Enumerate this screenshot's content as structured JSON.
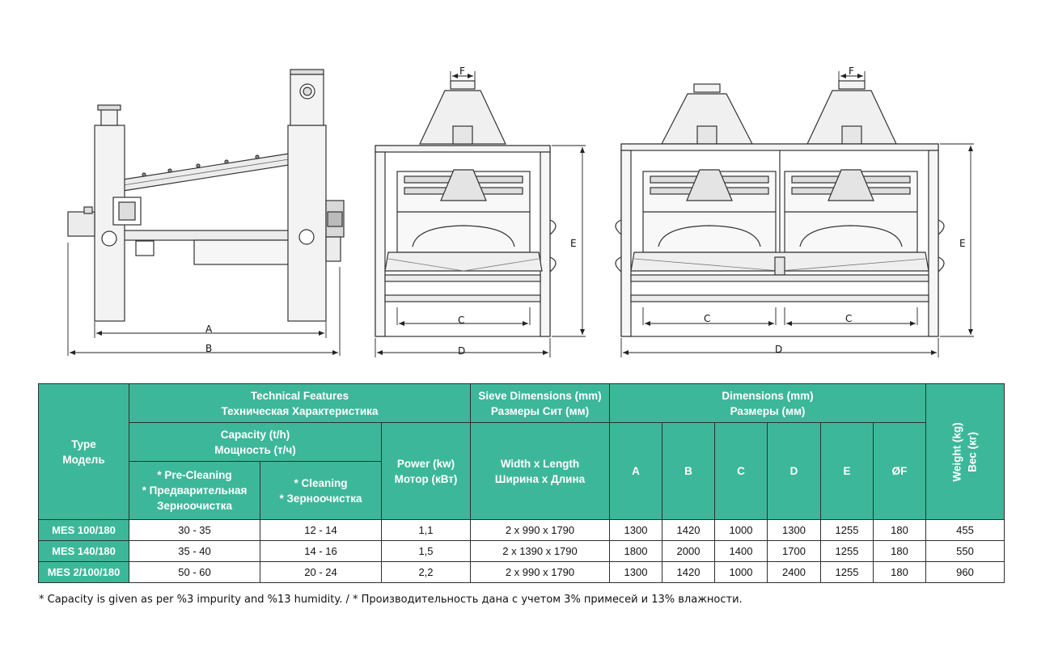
{
  "drawing": {
    "side_view": {
      "dim_labels": [
        "A",
        "B"
      ]
    },
    "front_view_single": {
      "dim_labels": [
        "F",
        "C",
        "D",
        "E"
      ]
    },
    "front_view_double": {
      "dim_labels": [
        "F",
        "C",
        "C",
        "D",
        "E"
      ]
    }
  },
  "table": {
    "header": {
      "type": [
        "Type",
        "Модель"
      ],
      "technical": [
        "Technical Features",
        "Техническая Характеристика"
      ],
      "sieve": [
        "Sieve Dimensions (mm)",
        "Размеры Сит (мм)"
      ],
      "dimensions": [
        "Dimensions (mm)",
        "Размеры (мм)"
      ],
      "weight": [
        "Weight (kg)",
        "Вес (кг)"
      ],
      "capacity": [
        "Capacity (t/h)",
        "Мощность (т/ч)"
      ],
      "power": [
        "Power (kw)",
        "Мотор (кВт)"
      ],
      "width_length": [
        "Width x Length",
        "Ширина x Длина"
      ],
      "pre_cleaning": [
        "* Pre-Cleaning",
        "* Предварительная",
        "Зерноочистка"
      ],
      "cleaning": [
        "* Cleaning",
        "* Зерноочистка"
      ],
      "dim_cols": [
        "A",
        "B",
        "C",
        "D",
        "E",
        "ØF"
      ]
    },
    "rows": [
      {
        "type": "MES 100/180",
        "pre_cleaning": "30 - 35",
        "cleaning": "12 - 14",
        "power": "1,1",
        "sieve": "2 x 990 x 1790",
        "A": "1300",
        "B": "1420",
        "C": "1000",
        "D": "1300",
        "E": "1255",
        "F": "180",
        "weight": "455"
      },
      {
        "type": "MES 140/180",
        "pre_cleaning": "35 - 40",
        "cleaning": "14 - 16",
        "power": "1,5",
        "sieve": "2 x 1390 x 1790",
        "A": "1800",
        "B": "2000",
        "C": "1400",
        "D": "1700",
        "E": "1255",
        "F": "180",
        "weight": "550"
      },
      {
        "type": "MES 2/100/180",
        "pre_cleaning": "50 - 60",
        "cleaning": "20 - 24",
        "power": "2,2",
        "sieve": "2 x 990 x 1790",
        "A": "1300",
        "B": "1420",
        "C": "1000",
        "D": "2400",
        "E": "1255",
        "F": "180",
        "weight": "960"
      }
    ]
  },
  "footnote": "* Capacity is given as per %3 impurity and %13 humidity. / * Производительность дана с учетом 3% примесей и 13% влажности.",
  "colors": {
    "header": "#3db79a",
    "line": "#2f2f2f",
    "machine_fill": "#f2f2f2"
  }
}
